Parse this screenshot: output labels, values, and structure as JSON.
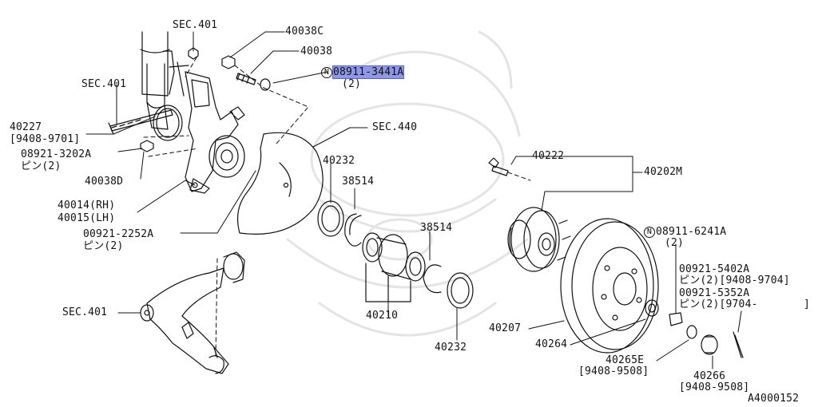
{
  "diagram": {
    "highlight_color": "#8f98e6",
    "line_color": "#111111",
    "watermark": "samurai-helmet-watermark",
    "parts": {
      "l_40038c": "40038C",
      "l_40038": "40038",
      "l_sec401_top": "SEC.401",
      "l_08911_3441a_n": "N",
      "l_08911_3441a": "08911-3441A",
      "l_08911_3441a_qty": "(2)",
      "l_sec401_mid": "SEC.401",
      "l_40227": "40227",
      "l_40227_range": "[9408-9701]",
      "l_08921_3202a": "08921-3202A",
      "l_08921_3202a_qty": "ピン(2)",
      "l_40038d": "40038D",
      "l_sec440": "SEC.440",
      "l_40014": "40014(RH)",
      "l_40015": "40015(LH)",
      "l_00921_2252a": "00921-2252A",
      "l_00921_2252a_qty": "ピン(2)",
      "l_40232_a": "40232",
      "l_38514_a": "38514",
      "l_38514_b": "38514",
      "l_40210": "40210",
      "l_40232_b": "40232",
      "l_40222": "40222",
      "l_40202m": "40202M",
      "l_08911_6241a_n": "N",
      "l_08911_6241a": "08911-6241A",
      "l_08911_6241a_qty": "(2)",
      "l_00921_5402a": "00921-5402A",
      "l_00921_5402a_qty": "ピン(2)[9408-9704]",
      "l_00921_5352a": "00921-5352A",
      "l_00921_5352a_qty": "ピン(2)[9704-",
      "l_00921_5352a_end": "]",
      "l_sec401_low": "SEC.401",
      "l_40207": "40207",
      "l_40264": "40264",
      "l_40265e": "40265E",
      "l_40265e_range": "[9408-9508]",
      "l_40266": "40266",
      "l_40266_range": "[9408-9508]",
      "l_a4000152": "A4000152"
    }
  }
}
